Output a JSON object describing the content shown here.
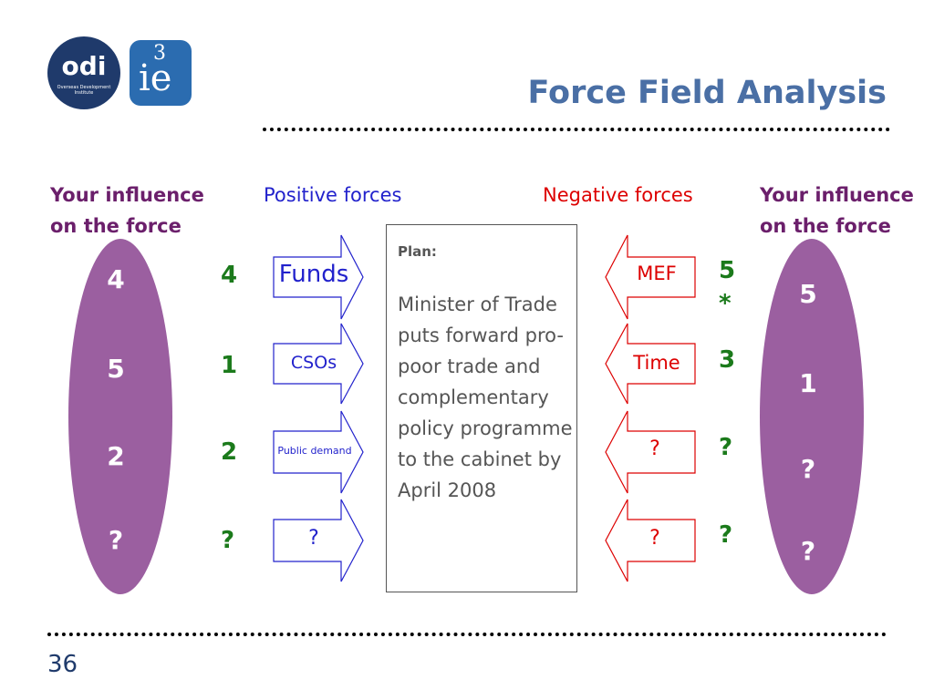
{
  "logos": {
    "odi_text": "odi",
    "odi_subtext": "Overseas Development Institute",
    "ie_top": "3",
    "ie_text": "ie"
  },
  "title": "Force Field Analysis",
  "headers": {
    "left_influence": [
      "Your influence",
      "on the force"
    ],
    "positive_forces": "Positive forces",
    "negative_forces": "Negative forces",
    "right_influence": [
      "Your influence",
      "on the force"
    ]
  },
  "left_influence_values": [
    "4",
    "5",
    "2",
    "?"
  ],
  "positive": [
    {
      "score": "4",
      "label": "Funds"
    },
    {
      "score": "1",
      "label": "CSOs"
    },
    {
      "score": "2",
      "label": "Public demand"
    },
    {
      "score": "?",
      "label": "?"
    }
  ],
  "plan": {
    "label": "Plan:",
    "text": "Minister of Trade puts forward pro-poor trade and complementary policy programme to the cabinet by April 2008"
  },
  "negative": [
    {
      "label": "MEF",
      "score": "5",
      "score_extra": "*"
    },
    {
      "label": "Time",
      "score": "3"
    },
    {
      "label": "?",
      "score": "?"
    },
    {
      "label": "?",
      "score": "?"
    }
  ],
  "right_influence_values": [
    "5",
    "1",
    "?",
    "?"
  ],
  "page_number": "36",
  "colors": {
    "title": "#4a6fa5",
    "ellipse": "#9b5fa0",
    "positive": "#2222cc",
    "negative": "#dd0000",
    "score": "#1b7a1b",
    "influence_header": "#6b1f6b"
  }
}
